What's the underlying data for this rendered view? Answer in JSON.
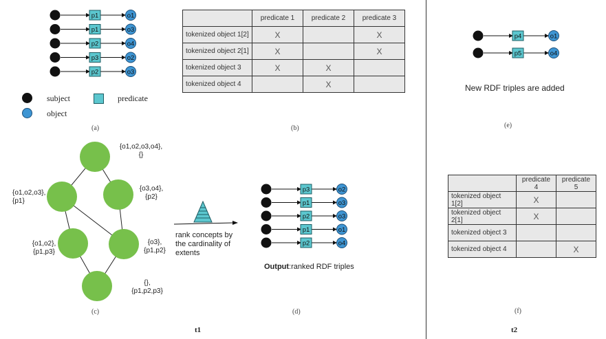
{
  "colors": {
    "subject": "#111111",
    "predicate": "#5cc7cf",
    "object": "#3e95d3",
    "concept": "#77c04b",
    "table_bg": "#e8e8e8"
  },
  "panel_a": {
    "triples": [
      {
        "p": "p1",
        "o": "o1"
      },
      {
        "p": "p1",
        "o": "o3"
      },
      {
        "p": "p2",
        "o": "o4"
      },
      {
        "p": "p3",
        "o": "o2"
      },
      {
        "p": "p2",
        "o": "o3"
      }
    ],
    "legend": {
      "subject": "subject",
      "predicate": "predicate",
      "object": "object"
    },
    "caption": "(a)"
  },
  "panel_b": {
    "headers": [
      "",
      "predicate 1",
      "predicate 2",
      "predicate 3"
    ],
    "rows": [
      [
        "tokenized object 1[2]",
        "X",
        "",
        "X"
      ],
      [
        "tokenized object 2[1]",
        "X",
        "",
        "X"
      ],
      [
        "tokenized object 3",
        "X",
        "X",
        ""
      ],
      [
        "tokenized object 4",
        "",
        "X",
        ""
      ]
    ],
    "caption": "(b)"
  },
  "panel_c": {
    "nodes": [
      {
        "label1": "{o1,o2,o3,o4},",
        "label2": "{}"
      },
      {
        "label1": "{o1,o2,o3},",
        "label2": "{p1}"
      },
      {
        "label1": "{o3,o4},",
        "label2": "{p2}"
      },
      {
        "label1": "{o1,o2},",
        "label2": "{p1,p3}"
      },
      {
        "label1": "{o3},",
        "label2": "{p1,p2}"
      },
      {
        "label1": "{},",
        "label2": "{p1,p2,p3}"
      }
    ],
    "caption": "(c)"
  },
  "arrow_text": [
    "rank concepts by",
    "the cardinality of",
    "extents"
  ],
  "panel_d": {
    "triples": [
      {
        "p": "p3",
        "o": "o2"
      },
      {
        "p": "p1",
        "o": "o3"
      },
      {
        "p": "p2",
        "o": "o3"
      },
      {
        "p": "p1",
        "o": "o1"
      },
      {
        "p": "p2",
        "o": "o4"
      }
    ],
    "output_bold": "Output",
    "output_rest": ":ranked RDF triples",
    "caption": "(d)"
  },
  "time_left": "t1",
  "panel_e": {
    "triples": [
      {
        "p": "p4",
        "o": "o1"
      },
      {
        "p": "p5",
        "o": "o4"
      }
    ],
    "text": "New RDF triples are added",
    "caption": "(e)"
  },
  "panel_f": {
    "headers": [
      "",
      "predicate 4",
      "predicate 5"
    ],
    "rows": [
      [
        "tokenized object 1[2]",
        "X",
        ""
      ],
      [
        "tokenized object 2[1]",
        "X",
        ""
      ],
      [
        "tokenized object 3",
        "",
        ""
      ],
      [
        "tokenized object 4",
        "",
        "X"
      ]
    ],
    "caption": "(f)"
  },
  "time_right": "t2"
}
